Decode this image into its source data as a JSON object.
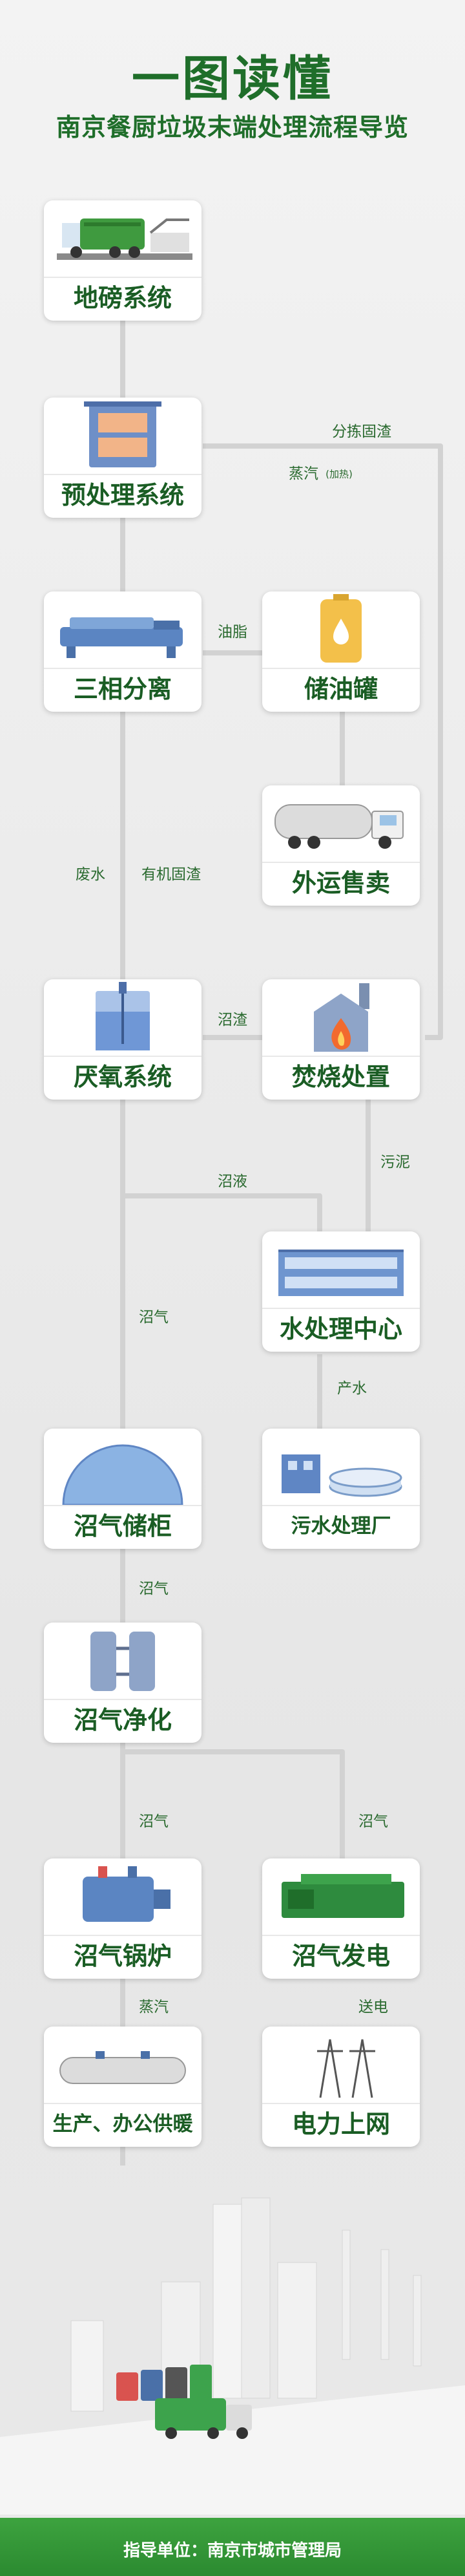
{
  "header": {
    "title": "一图读懂",
    "subtitle": "南京餐厨垃圾末端处理流程导览"
  },
  "nodes": {
    "weighbridge": "地磅系统",
    "pretreatment": "预处理系统",
    "three_phase": "三相分离",
    "oil_tank": "储油罐",
    "outbound_sale": "外运售卖",
    "anaerobic": "厌氧系统",
    "incineration": "焚烧处置",
    "water_center": "水处理中心",
    "sewage_plant": "污水处理厂",
    "biogas_holder": "沼气储柜",
    "biogas_purify": "沼气净化",
    "biogas_boiler": "沼气锅炉",
    "biogas_power": "沼气发电",
    "heating": "生产、办公供暖",
    "grid": "电力上网"
  },
  "edges": {
    "sorting_solids": "分拣固渣",
    "steam_heating": "蒸汽",
    "heating_note": "(加热)",
    "grease": "油脂",
    "wastewater": "废水",
    "organic_solids": "有机固渣",
    "residue": "沼渣",
    "sludge": "污泥",
    "digestate": "沼液",
    "biogas_1": "沼气",
    "product_water": "产水",
    "biogas_2": "沼气",
    "biogas_3": "沼气",
    "biogas_4": "沼气",
    "steam": "蒸汽",
    "power": "送电"
  },
  "footer": {
    "text": "指导单位：南京市城市管理局"
  },
  "colors": {
    "title_green": "#1f6e2a",
    "line_gray": "#cfcfcf",
    "footer_green": "#3da33f"
  }
}
